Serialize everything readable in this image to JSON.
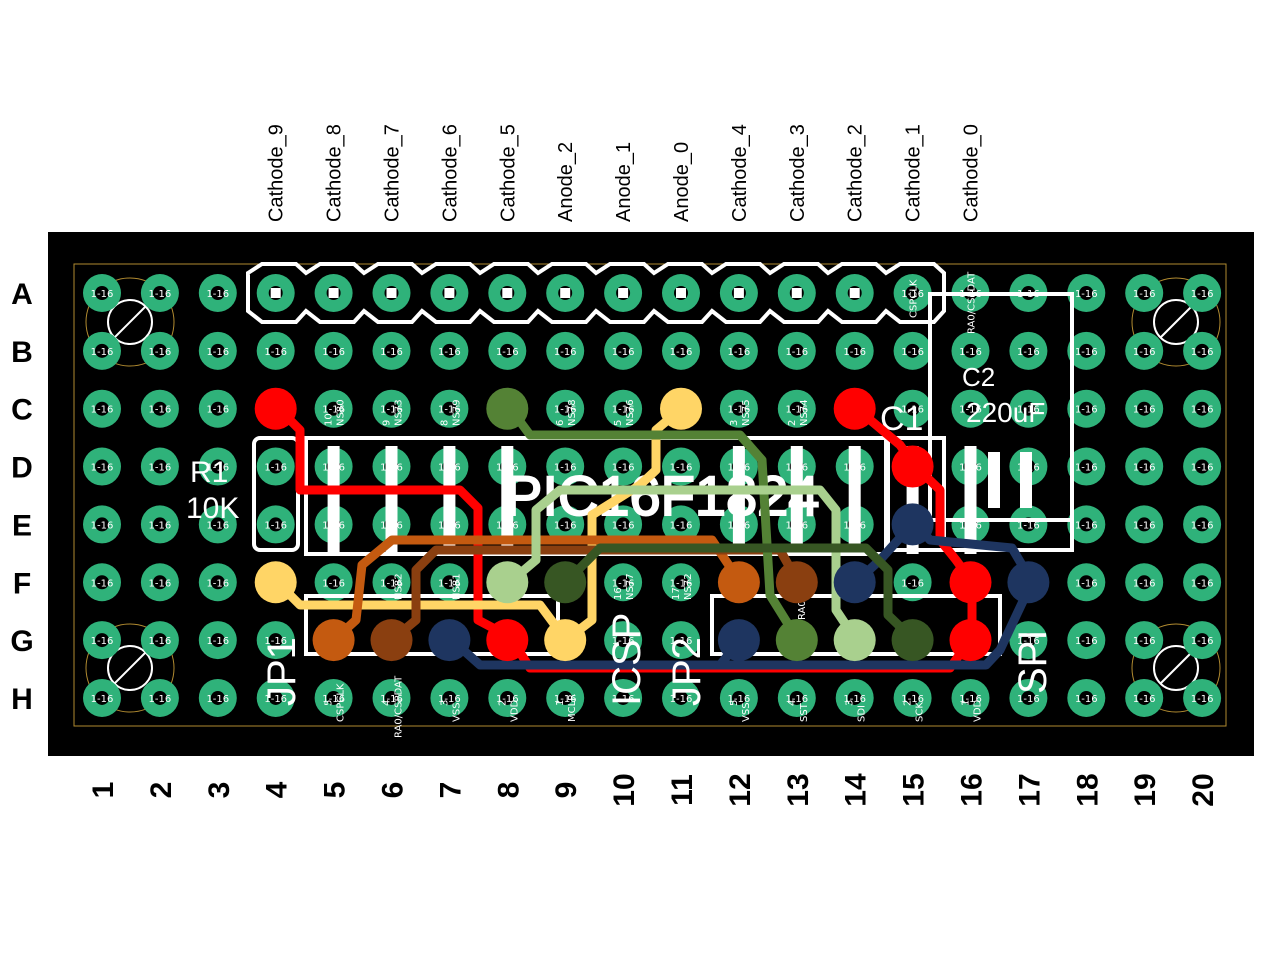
{
  "net_labels": [
    "Cathode_9",
    "Cathode_8",
    "Cathode_7",
    "Cathode_6",
    "Cathode_5",
    "Anode_2",
    "Anode_1",
    "Anode_0",
    "Cathode_4",
    "Cathode_3",
    "Cathode_2",
    "Cathode_1",
    "Cathode_0"
  ],
  "rows": [
    "A",
    "B",
    "C",
    "D",
    "E",
    "F",
    "G",
    "H"
  ],
  "columns": [
    "1",
    "2",
    "3",
    "4",
    "5",
    "6",
    "7",
    "8",
    "9",
    "10",
    "11",
    "12",
    "13",
    "14",
    "15",
    "16",
    "17",
    "18",
    "19",
    "20"
  ],
  "pad_label": "1-16",
  "components": {
    "r1_ref": "R1",
    "r1_value": "10K",
    "c1_ref": "C1",
    "c2_ref": "C2",
    "c2_value": "220uF",
    "ic_label": "PIC16F1824",
    "jp1": "JP1",
    "jp2": "JP2",
    "icsp": "ICSP",
    "spi": "SPI"
  },
  "header_pin_labels": [
    {
      "num": "10",
      "name": "NS80"
    },
    {
      "num": "9",
      "name": "NS73"
    },
    {
      "num": "8",
      "name": "NS79"
    },
    {
      "num": "6",
      "name": "NS78"
    },
    {
      "num": "5",
      "name": "NS76"
    },
    {
      "num": "3",
      "name": "NS75"
    },
    {
      "num": "2",
      "name": "NS74"
    }
  ],
  "f_row_pin_labels": [
    {
      "num": "",
      "name": "NS82"
    },
    {
      "num": "",
      "name": "NS81"
    },
    {
      "num": "16",
      "name": "NS77"
    },
    {
      "num": "17",
      "name": "NS72"
    }
  ],
  "bottom_pin_labels": [
    {
      "num": "5",
      "name": "CSPCLK"
    },
    {
      "num": "4",
      "name": "RA0/CSPDAT"
    },
    {
      "num": "3",
      "name": "VSS"
    },
    {
      "num": "2",
      "name": "VDD"
    },
    {
      "num": "1",
      "name": "MCLR"
    },
    {
      "num": "5",
      "name": "VSS"
    },
    {
      "num": "4",
      "name": "SST"
    },
    {
      "num": "3",
      "name": "SDI"
    },
    {
      "num": "2",
      "name": "SCK"
    },
    {
      "num": "1",
      "name": "VDD"
    }
  ],
  "top_right_pin_labels": [
    "CSPCLK",
    "RA0/CSPDAT"
  ],
  "misc_pin_label": "RA0",
  "colors": {
    "board": "#000000",
    "pad": "#2fb27a",
    "silk": "#ffffff",
    "outline": "#b08a30",
    "red": "#ff0000",
    "yellow": "#ffd566",
    "dark_orange": "#c45a10",
    "brown": "#8a3f10",
    "navy": "#1e3560",
    "olive_green": "#548235",
    "light_green": "#a9d08e",
    "dark_green": "#375623"
  }
}
